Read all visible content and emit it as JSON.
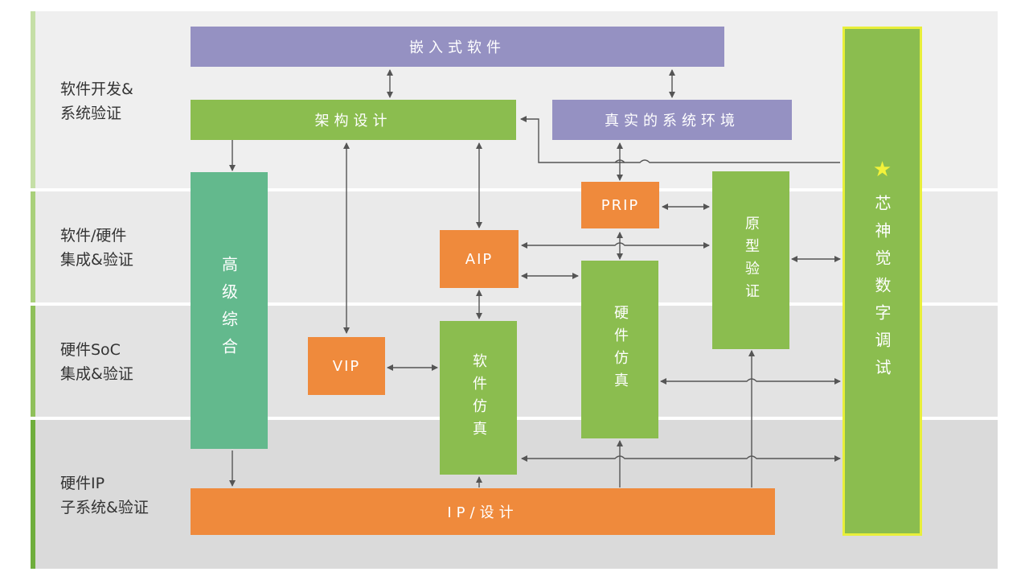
{
  "bands": [
    {
      "id": "software",
      "label": "软件开发&\n系统验证"
    },
    {
      "id": "swhw",
      "label": "软件/硬件\n集成&验证"
    },
    {
      "id": "soc",
      "label": "硬件SoC\n集成&验证"
    },
    {
      "id": "ip",
      "label": "硬件IP\n子系统&验证"
    }
  ],
  "boxes": {
    "embedded_software": "嵌入式软件",
    "architecture_design": "架构设计",
    "real_system_env": "真实的系统环境",
    "high_level_synthesis": "高级综合",
    "prip": "PRIP",
    "aip": "AIP",
    "vip": "VIP",
    "software_simulation": "软件仿真",
    "hardware_simulation": "硬件仿真",
    "prototype_verification": "原型验证",
    "ip_design": "IP/设计",
    "digital_debug": "芯神觉数字调试"
  },
  "colors": {
    "purple": "#9591c2",
    "green": "#8bbd4f",
    "teal": "#63b98d",
    "orange": "#ef8a3c",
    "highlight_border": "#e8ef3a",
    "star": "#f3f23a",
    "arrow": "#555555"
  },
  "icons": {
    "star": "star-icon"
  }
}
